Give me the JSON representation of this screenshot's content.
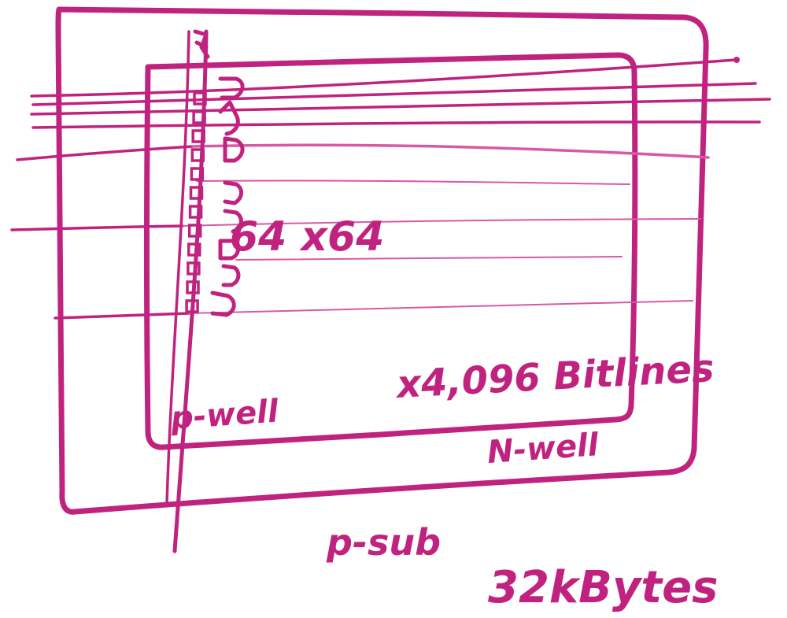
{
  "colors": {
    "ink": "#c0237f",
    "ink_light": "#d65aa6",
    "paper": "#ffffff"
  },
  "labels": {
    "word_lines": "64 x64",
    "bitlines": "x4,096 Bitlines",
    "p_well": "p-well",
    "n_well": "N-well",
    "p_sub": "p-sub",
    "capacity": "32kBytes"
  },
  "diagram": {
    "cell_column_rows": 12,
    "word_line_count": 8
  }
}
